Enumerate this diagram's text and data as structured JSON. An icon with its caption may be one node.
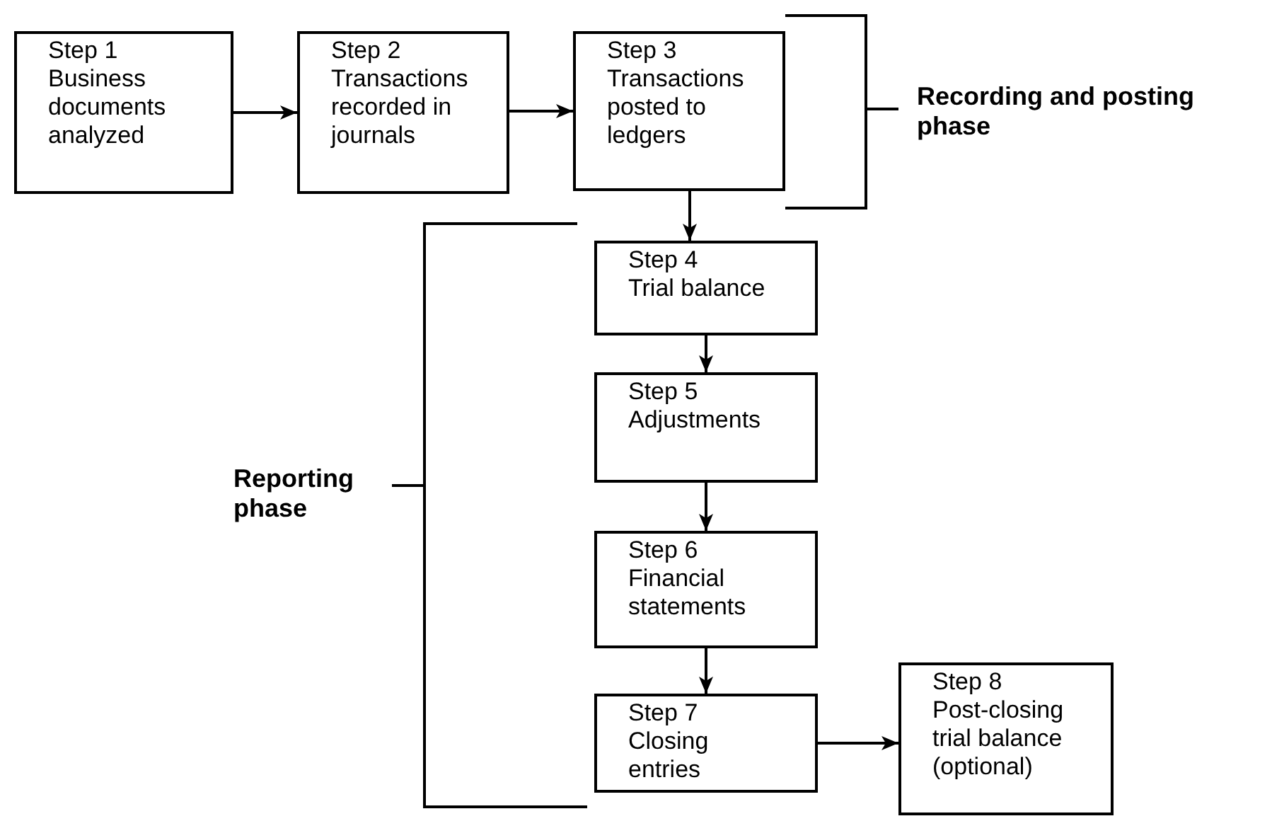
{
  "diagram": {
    "nodes": [
      {
        "text": [
          "Step 1",
          "Business documents analyzed"
        ]
      },
      {
        "text": [
          "Step 2",
          "Transactions recorded in journals"
        ]
      },
      {
        "text": [
          "Step 3",
          "Transactions posted to ledgers"
        ]
      },
      {
        "text": [
          "Step 4",
          "Trial balance"
        ]
      },
      {
        "text": [
          "Step 5",
          "Adjustments"
        ]
      },
      {
        "text": [
          "Step 6",
          "Financial statements"
        ]
      },
      {
        "text": [
          "Step 7",
          "Closing entries"
        ]
      },
      {
        "text": [
          "Step 8",
          "Post-closing trial balance (optional)"
        ]
      }
    ],
    "edges": [
      {
        "from": 0,
        "to": 1,
        "arrow": "to"
      },
      {
        "from": 1,
        "to": 2,
        "arrow": "to"
      },
      {
        "from": 2,
        "to": 3,
        "arrow": "to"
      },
      {
        "from": 3,
        "to": 4,
        "arrow": "to"
      },
      {
        "from": 4,
        "to": 5,
        "arrow": "to"
      },
      {
        "from": 5,
        "to": 6,
        "arrow": "to"
      },
      {
        "from": 6,
        "to": 7,
        "arrow": "to"
      }
    ],
    "labels": [
      "Recording and posting phase",
      "Reporting phase"
    ]
  }
}
